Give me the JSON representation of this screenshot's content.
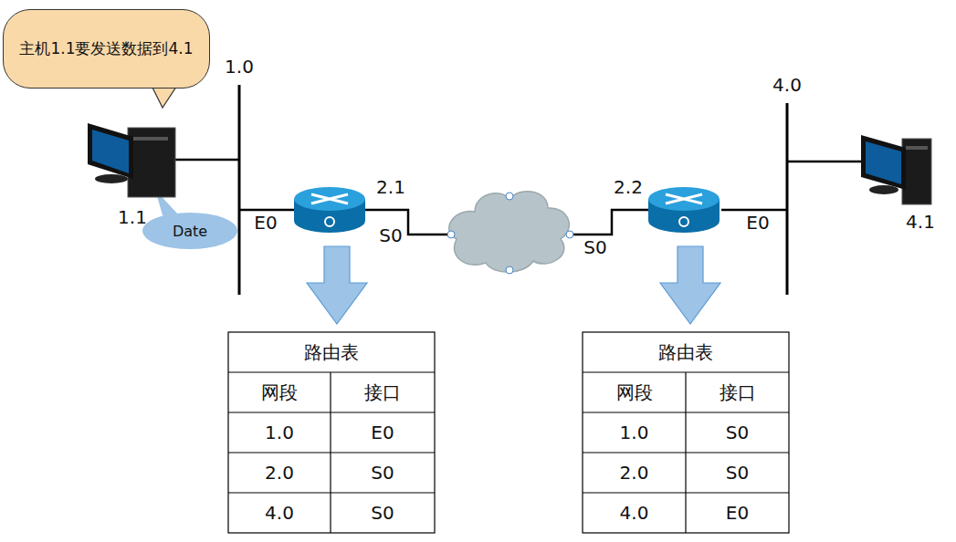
{
  "diagram": {
    "nodes": [
      {
        "text": [
          "主机1.1要发送数据到4.1"
        ]
      },
      {
        "text": [
          "Date"
        ]
      }
    ],
    "labels": [
      "1.0",
      "4.0",
      "2.1",
      "2.2",
      "1.1",
      "E0",
      "S0",
      "S0",
      "E0",
      "4.1",
      "路由表",
      "网段",
      "接口",
      "1.0",
      "E0",
      "2.0",
      "S0",
      "4.0",
      "S0",
      "路由表",
      "网段",
      "接口",
      "1.0",
      "S0",
      "2.0",
      "S0",
      "4.0",
      "E0"
    ]
  }
}
